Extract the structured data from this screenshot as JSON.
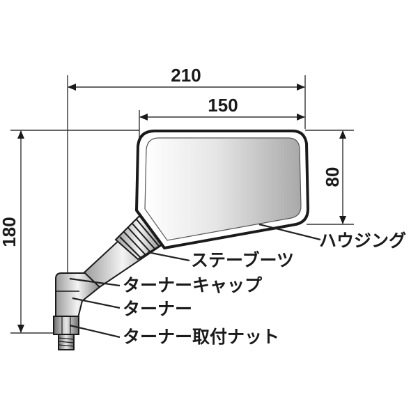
{
  "dimensions": {
    "overall_width": "210",
    "mirror_width": "150",
    "mirror_height": "80",
    "overall_height": "180"
  },
  "parts": {
    "housing": "ハウジング",
    "stay_boot": "ステーブーツ",
    "turner_cap": "ターナーキャップ",
    "turner": "ターナー",
    "turner_nut": "ターナー取付ナット"
  },
  "colors": {
    "line": "#1a1a1a",
    "mirror_light": "#ffffff",
    "mirror_dark": "#a9a9a9",
    "body_light": "#f0f0f0",
    "body_dark": "#8c8c8c"
  }
}
